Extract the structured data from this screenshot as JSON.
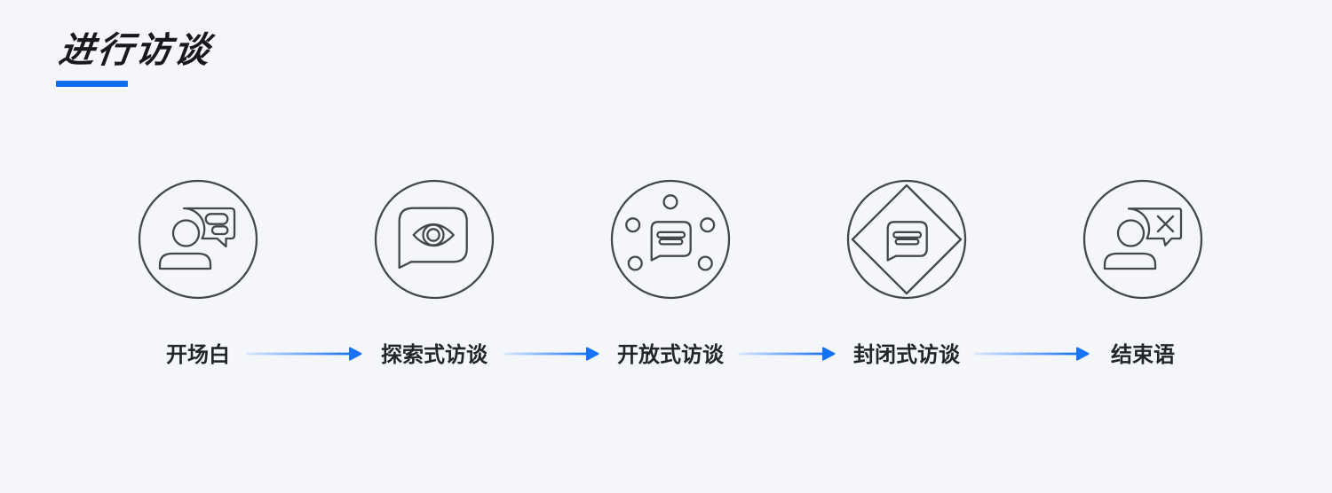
{
  "page": {
    "title_text": "进行访谈"
  },
  "colors": {
    "background": "#f5f6fa",
    "icon_stroke": "#44474d",
    "title_color": "#17191d",
    "label_color": "#22262b",
    "accent_blue": "#0f6ef4",
    "arrow_blue": "#1673fa",
    "arrow_gradient_start": "#dbe8fd"
  },
  "flow": {
    "steps": [
      {
        "label": "开场白",
        "icon": "person-chat-bubble-icon"
      },
      {
        "label": "探索式访谈",
        "icon": "eye-in-speech-bubble-icon"
      },
      {
        "label": "开放式访谈",
        "icon": "group-dots-chat-bubble-icon"
      },
      {
        "label": "封闭式访谈",
        "icon": "diamond-chat-bubble-icon"
      },
      {
        "label": "结束语",
        "icon": "person-chat-dismiss-icon"
      }
    ]
  }
}
